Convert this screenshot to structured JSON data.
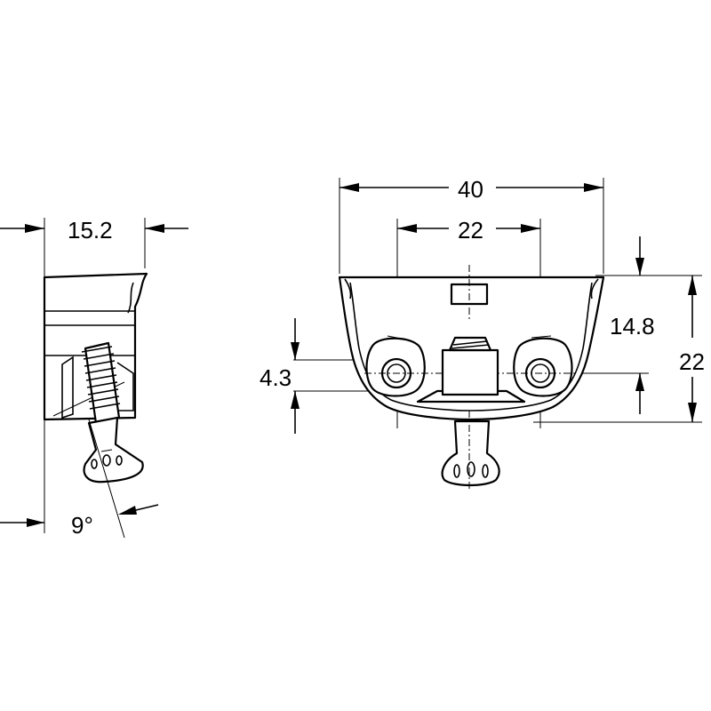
{
  "diagram": {
    "side_view": {
      "width_label": "15.2",
      "angle_label": "9°"
    },
    "front_view": {
      "overall_width_label": "40",
      "hole_spacing_label": "22",
      "depth_label": "14.8",
      "height_label": "22",
      "offset_label": "4.3"
    }
  }
}
